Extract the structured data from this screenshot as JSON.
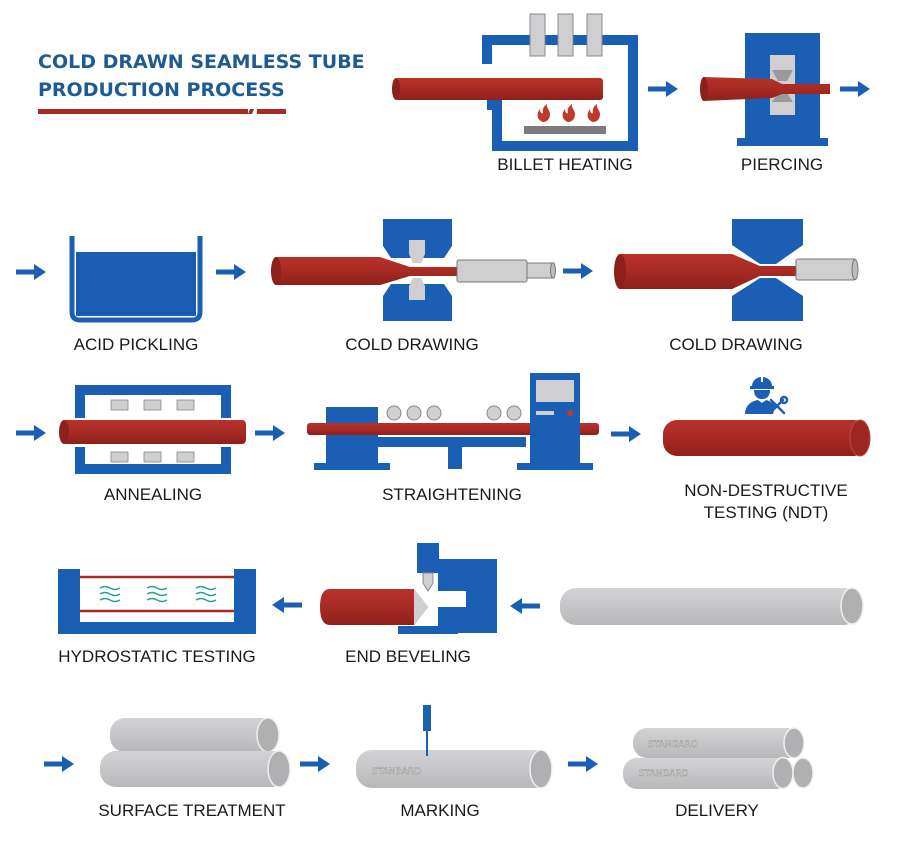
{
  "title": {
    "line1": "COLD DRAWN SEAMLESS TUBE",
    "line2": "PRODUCTION PROCESS"
  },
  "colors": {
    "blue": "#1a5fb4",
    "title_blue": "#1e5a94",
    "red": "#a82a24",
    "gray": "#c9c9cb",
    "flame": "#c0392b",
    "water": "#2aa198"
  },
  "steps": [
    {
      "id": "billet-heating",
      "label": "BILLET HEATING"
    },
    {
      "id": "piercing",
      "label": "PIERCING"
    },
    {
      "id": "acid-pickling",
      "label": "ACID PICKLING"
    },
    {
      "id": "cold-drawing-1",
      "label": "COLD DRAWING"
    },
    {
      "id": "cold-drawing-2",
      "label": "COLD DRAWING"
    },
    {
      "id": "annealing",
      "label": "ANNEALING"
    },
    {
      "id": "straightening",
      "label": "STRAIGHTENING"
    },
    {
      "id": "ndt",
      "label_line1": "NON-DESTRUCTIVE",
      "label_line2": "TESTING (NDT)"
    },
    {
      "id": "hydrostatic-testing",
      "label": "HYDROSTATIC TESTING"
    },
    {
      "id": "end-beveling",
      "label": "END BEVELING"
    },
    {
      "id": "surface-treatment",
      "label": "SURFACE TREATMENT"
    },
    {
      "id": "marking",
      "label": "MARKING"
    },
    {
      "id": "delivery",
      "label": "DELIVERY"
    }
  ],
  "stamps": {
    "marking": "STANBARD",
    "delivery_top": "STANGARO",
    "delivery_bottom": "STANDARD"
  },
  "icons": {
    "ndt_worker": "worker-with-hardhat-icon",
    "ndt_tool": "wrench-screwdriver-icon",
    "flame": "flame-icon",
    "arrow": "flow-arrow-icon"
  }
}
